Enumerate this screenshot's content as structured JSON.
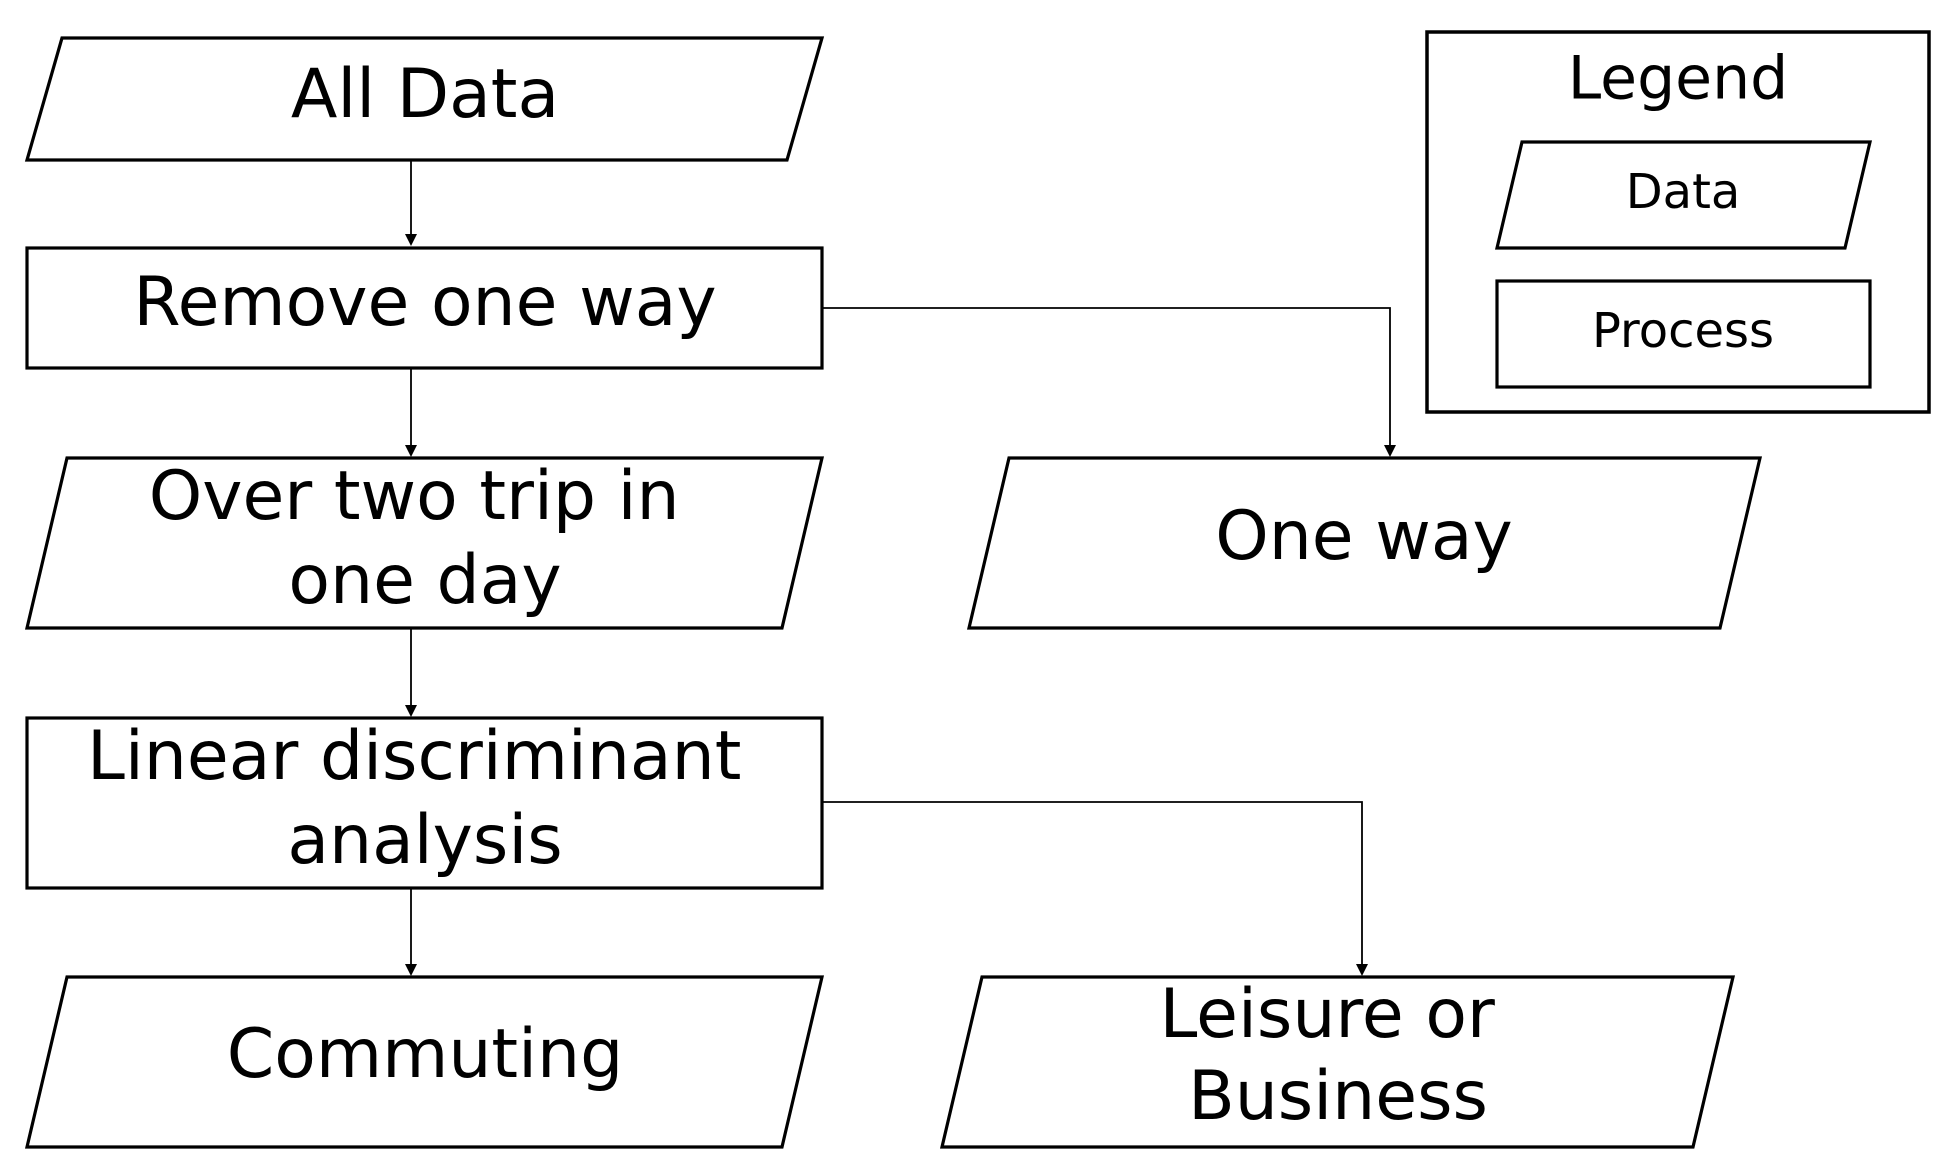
{
  "nodes": {
    "all_data": {
      "shape": "data",
      "lines": [
        "All Data"
      ]
    },
    "remove_one_way": {
      "shape": "process",
      "lines": [
        "Remove one way"
      ]
    },
    "over_two_trip": {
      "shape": "data",
      "lines": [
        "Over two trip in",
        "one day"
      ]
    },
    "one_way": {
      "shape": "data",
      "lines": [
        "One way"
      ]
    },
    "lda": {
      "shape": "process",
      "lines": [
        "Linear discriminant",
        "analysis"
      ]
    },
    "commuting": {
      "shape": "data",
      "lines": [
        "Commuting"
      ]
    },
    "leisure_business": {
      "shape": "data",
      "lines": [
        "Leisure or",
        "Business"
      ]
    }
  },
  "edges": [
    {
      "from": "all_data",
      "to": "remove_one_way"
    },
    {
      "from": "remove_one_way",
      "to": "over_two_trip"
    },
    {
      "from": "remove_one_way",
      "to": "one_way"
    },
    {
      "from": "over_two_trip",
      "to": "lda"
    },
    {
      "from": "lda",
      "to": "commuting"
    },
    {
      "from": "lda",
      "to": "leisure_business"
    }
  ],
  "legend": {
    "title": "Legend",
    "data_label": "Data",
    "process_label": "Process"
  },
  "colors": {
    "stroke": "#000000",
    "fill": "#ffffff",
    "text": "#000000"
  }
}
